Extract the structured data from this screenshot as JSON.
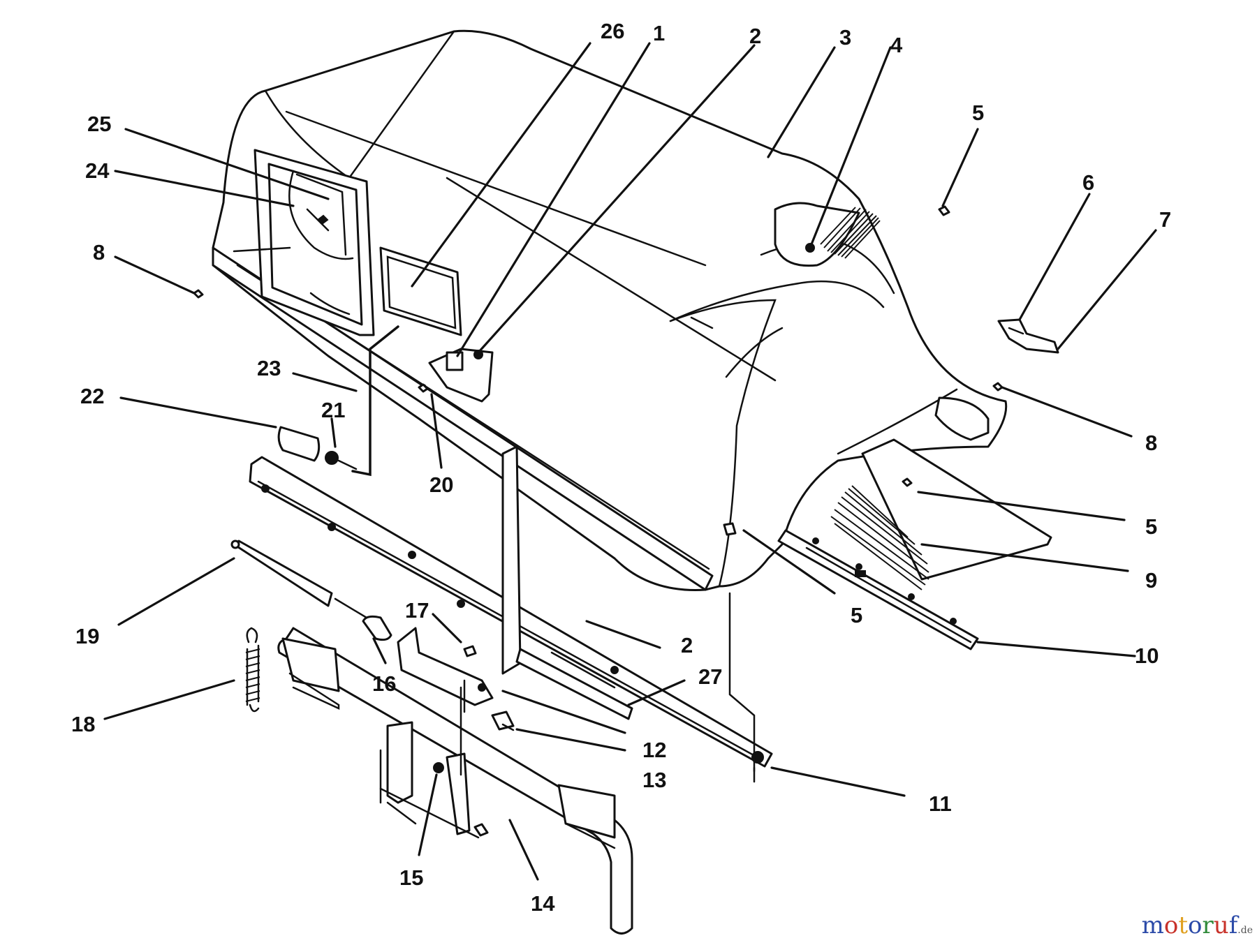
{
  "diagram": {
    "callouts": [
      "26",
      "1",
      "2",
      "3",
      "4",
      "5",
      "6",
      "7",
      "25",
      "24",
      "8",
      "8",
      "23",
      "22",
      "21",
      "20",
      "5",
      "9",
      "5",
      "19",
      "17",
      "2",
      "27",
      "16",
      "10",
      "18",
      "12",
      "13",
      "11",
      "15",
      "14"
    ]
  },
  "watermark": {
    "brand": "motoruf",
    "tld": ".de",
    "colors": [
      "#2b4aa8",
      "#c8322a",
      "#e0a020",
      "#2b4aa8",
      "#2f8a3a",
      "#c8322a",
      "#2b4aa8"
    ]
  }
}
